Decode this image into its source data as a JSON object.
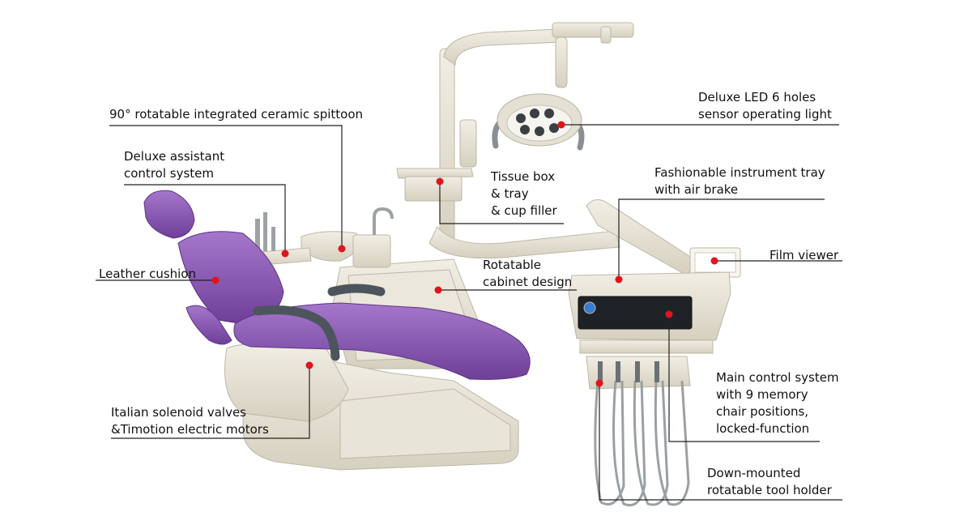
{
  "colors": {
    "marker": "#e0141e",
    "leader_line": "#222222",
    "upholstery": "#8e5bb5",
    "equipment": "#e6e1d3",
    "armrest": "#4c555c"
  },
  "labels": {
    "spittoon": [
      "90° rotatable integrated ceramic spittoon"
    ],
    "assistant": [
      "Deluxe assistant",
      "control system"
    ],
    "leather": [
      "Leather cushion"
    ],
    "valves": [
      "Italian solenoid valves",
      "&Timotion electric motors"
    ],
    "light": [
      "Deluxe LED 6 holes",
      "sensor operating light"
    ],
    "tissue": [
      "Tissue box",
      "& tray",
      "& cup filler"
    ],
    "tray": [
      "Fashionable instrument tray",
      "with air brake"
    ],
    "cabinet": [
      "Rotatable",
      "cabinet design"
    ],
    "film": [
      "Film viewer"
    ],
    "main": [
      "Main control system",
      "with 9 memory",
      "chair positions,",
      "locked-function"
    ],
    "holder": [
      "Down-mounted",
      "rotatable tool holder"
    ]
  }
}
